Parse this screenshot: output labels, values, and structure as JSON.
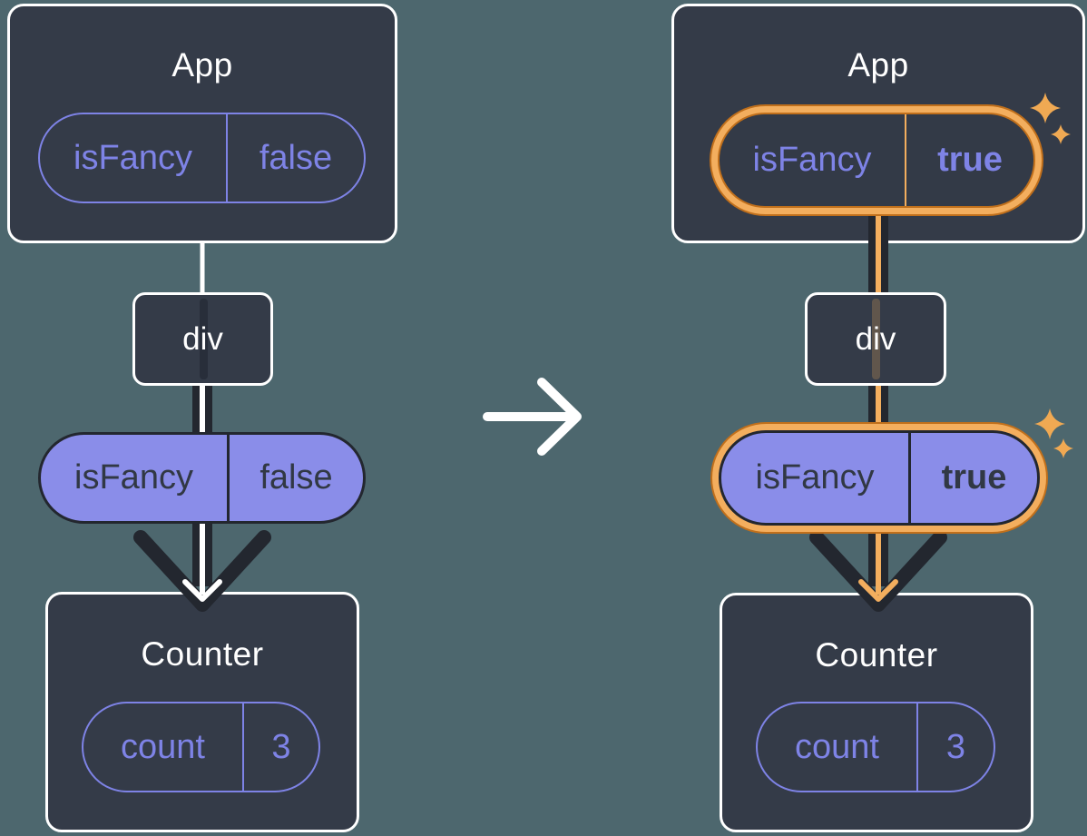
{
  "colors": {
    "background": "#4d676e",
    "box_fill": "#343b48",
    "box_border": "#ffffff",
    "purple_fill": "#8a8de9",
    "purple_outline": "#7e83e6",
    "dark_text_on_purple": "#313844",
    "flow_line_dark": "#23272f",
    "flow_line_white": "#ffffff",
    "highlight_ring_outer": "#c06f1b",
    "highlight_ring_band": "#f3ae5e",
    "sparkle": "#f0a953"
  },
  "before": {
    "app": {
      "title": "App",
      "prop": {
        "name": "isFancy",
        "value": "false"
      }
    },
    "div_label": "div",
    "prop_pill": {
      "name": "isFancy",
      "value": "false"
    },
    "counter": {
      "title": "Counter",
      "state": {
        "name": "count",
        "value": "3"
      }
    }
  },
  "after": {
    "app": {
      "title": "App",
      "prop": {
        "name": "isFancy",
        "value": "true"
      }
    },
    "div_label": "div",
    "prop_pill": {
      "name": "isFancy",
      "value": "true"
    },
    "counter": {
      "title": "Counter",
      "state": {
        "name": "count",
        "value": "3"
      }
    }
  }
}
